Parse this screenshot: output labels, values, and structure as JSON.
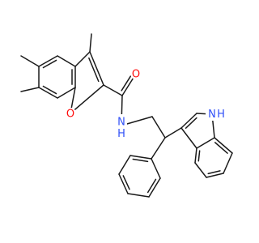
{
  "molecule": {
    "atoms": [
      {
        "id": "O_carbonyl",
        "label": "O",
        "color": "#ff0d0d"
      },
      {
        "id": "N_amide",
        "label": "N",
        "color": "#3050f8"
      },
      {
        "id": "H_amide",
        "label": "H",
        "color": "#3050f8"
      },
      {
        "id": "O_furan",
        "label": "O",
        "color": "#ff0d0d"
      },
      {
        "id": "N_indole",
        "label": "N",
        "color": "#3050f8"
      },
      {
        "id": "H_indole",
        "label": "H",
        "color": "#3050f8"
      }
    ],
    "bond_color": "#1a1a1a"
  }
}
